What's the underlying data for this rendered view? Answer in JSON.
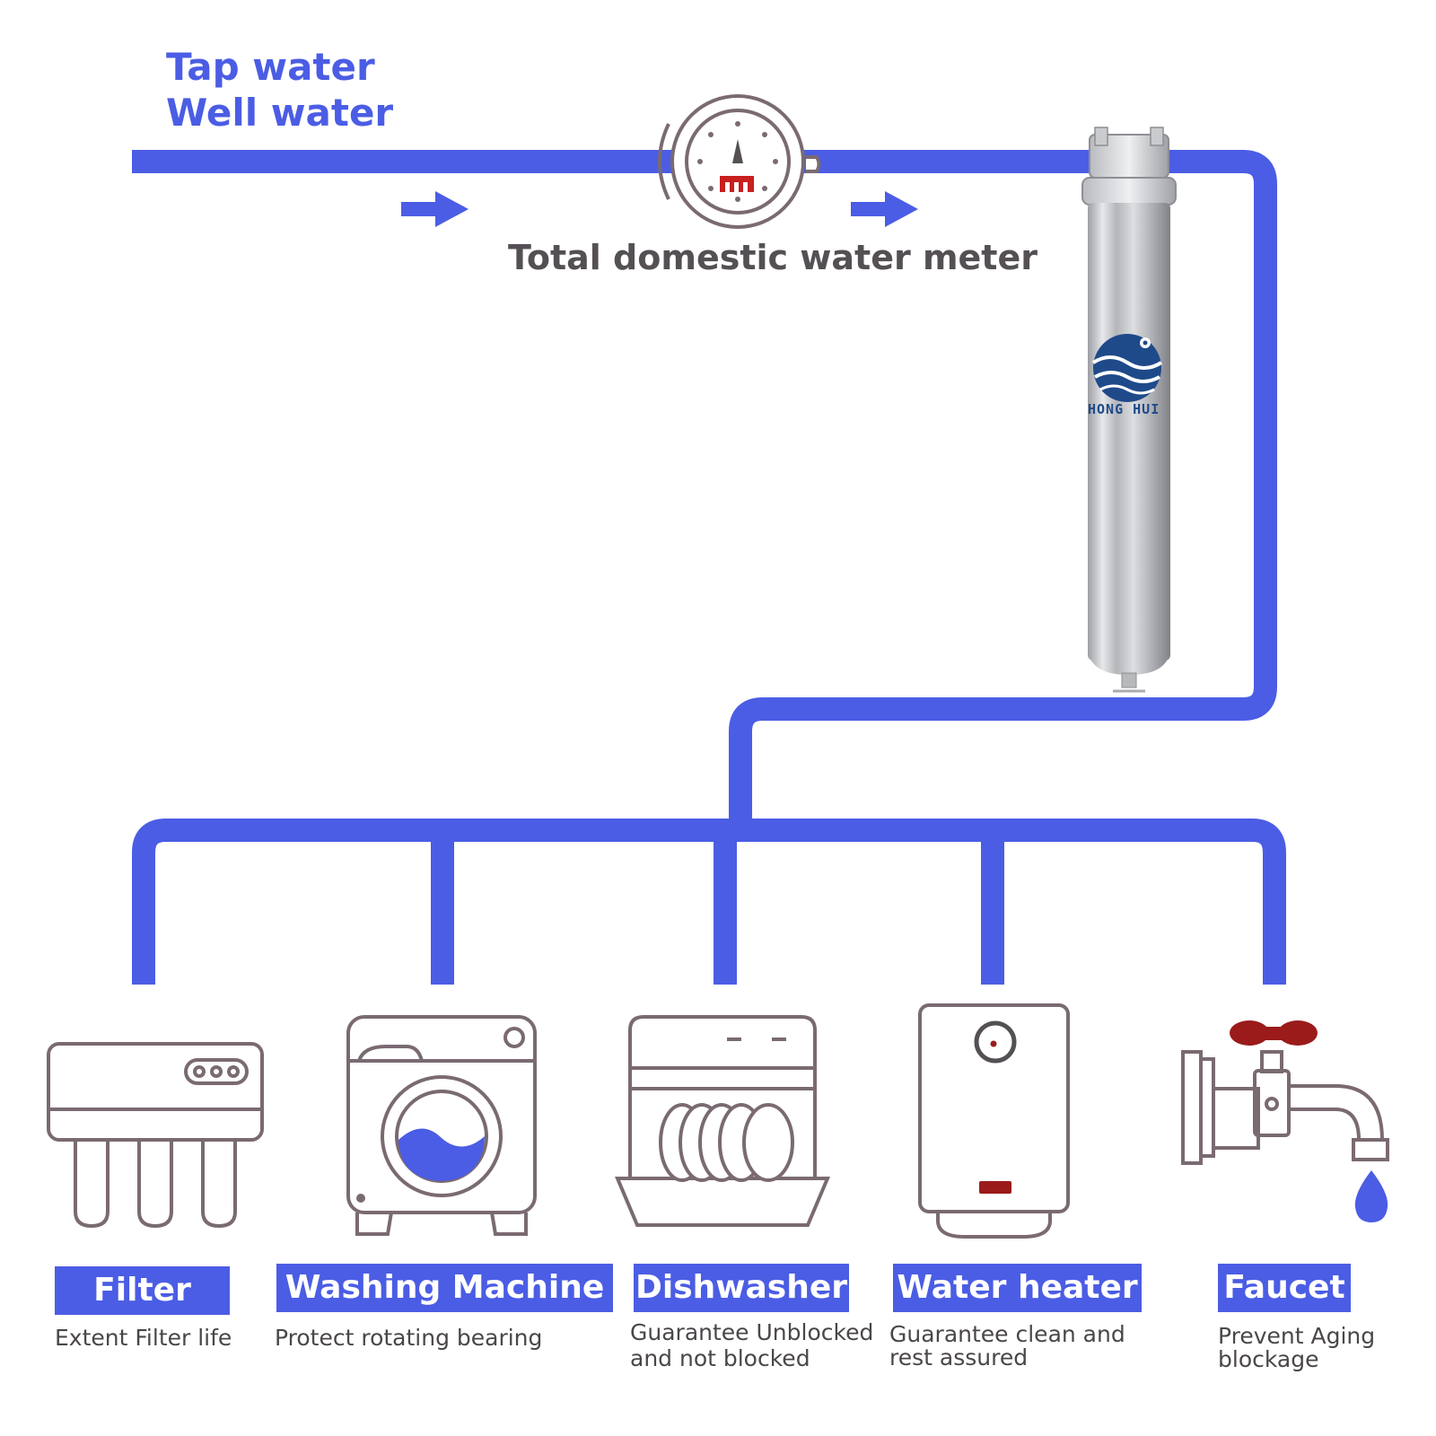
{
  "sources": {
    "line1": "Tap water",
    "line2": "Well water"
  },
  "meter": {
    "label": "Total domestic water meter"
  },
  "filter_housing": {
    "brand": "HONG HUI"
  },
  "appliances": [
    {
      "name": "Filter",
      "desc1": "Extent Filter life",
      "desc2": ""
    },
    {
      "name": "Washing Machine",
      "desc1": "Protect rotating bearing",
      "desc2": ""
    },
    {
      "name": "Dishwasher",
      "desc1": "Guarantee Unblocked",
      "desc2": "and not blocked"
    },
    {
      "name": "Water heater",
      "desc1": "Guarantee clean and",
      "desc2": "rest assured"
    },
    {
      "name": "Faucet",
      "desc1": "Prevent Aging",
      "desc2": "blockage"
    }
  ],
  "colors": {
    "pipe": "#4b5de4",
    "outline": "#7a6a72",
    "accent_red": "#9b1b1b",
    "text_gray": "#545054"
  }
}
